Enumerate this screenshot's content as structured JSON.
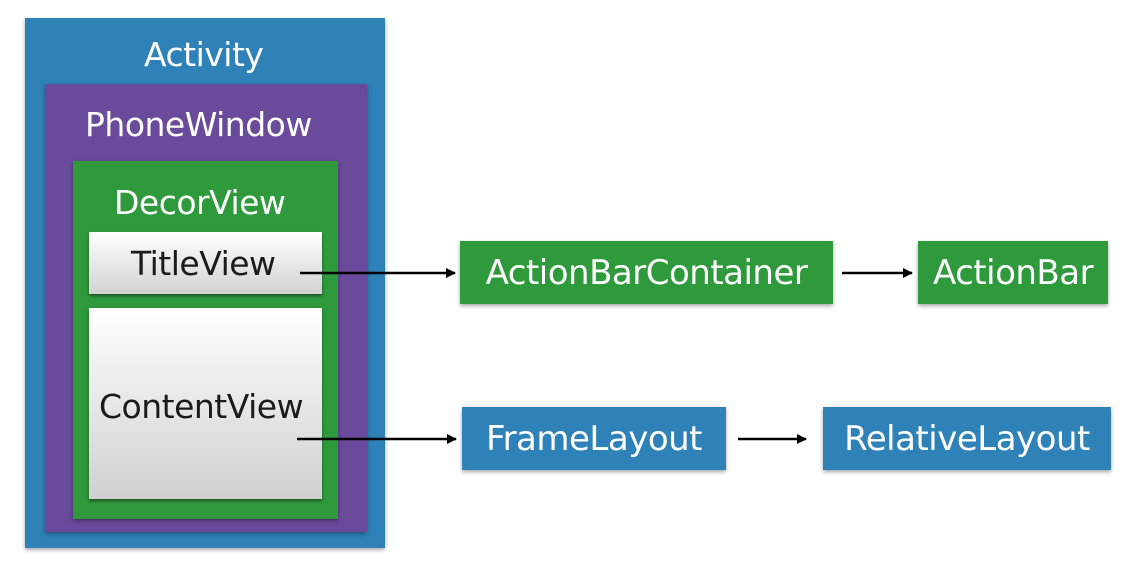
{
  "nested": {
    "activity": "Activity",
    "phone_window": "PhoneWindow",
    "decor_view": "DecorView",
    "title_view": "TitleView",
    "content_view": "ContentView"
  },
  "title_chain": {
    "container": "ActionBarContainer",
    "child": "ActionBar"
  },
  "content_chain": {
    "container": "FrameLayout",
    "child": "RelativeLayout"
  },
  "colors": {
    "blue": "#2f82b8",
    "purple": "#6a4a9a",
    "green": "#2f9a3c"
  }
}
